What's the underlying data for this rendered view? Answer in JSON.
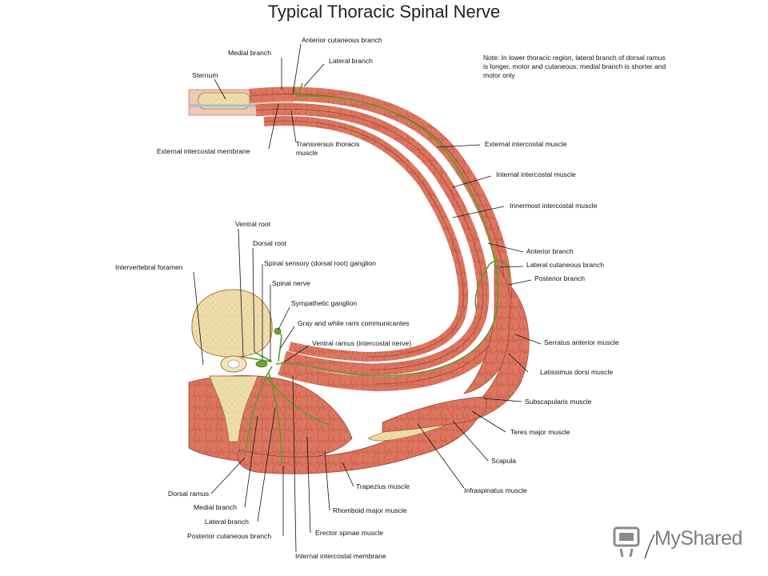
{
  "title": "Typical Thoracic Spinal Nerve",
  "note": "Note: In lower thoracic region, lateral branch of dorsal ramus is longer, motor and cutaneous; medial branch is shorter and motor only",
  "labels": {
    "anterior_cutaneous_branch": "Anterior cutaneous branch",
    "medial_branch_top": "Medial branch",
    "lateral_branch_top": "Lateral branch",
    "sternum": "Sternum",
    "external_intercostal_membrane": "External intercostal membrane",
    "transversus_thoracis_1": "Transversus thoracis",
    "transversus_thoracis_2": "muscle",
    "external_intercostal_muscle": "External intercostal muscle",
    "internal_intercostal_muscle": "Internal intercostal muscle",
    "innermost_intercostal_muscle": "Innermost intercostal muscle",
    "anterior_branch": "Anterior branch",
    "lateral_cutaneous_branch": "Lateral cutaneous branch",
    "posterior_branch": "Posterior branch",
    "ventral_root": "Ventral root",
    "dorsal_root": "Dorsal root",
    "spinal_sensory_ganglion": "Spinal sensory (dorsal root) ganglion",
    "intervertebral_foramen": "Intervertebral foramen",
    "spinal_nerve": "Spinal nerve",
    "sympathetic_ganglion": "Sympathetic ganglion",
    "rami_communicantes": "Gray and white rami communicantes",
    "ventral_ramus": "Ventral ramus (intercostal nerve)",
    "serratus_anterior": "Serratus anterior muscle",
    "latissimus_dorsi": "Latissimus dorsi muscle",
    "subscapularis": "Subscapularis muscle",
    "teres_major": "Teres major muscle",
    "scapula": "Scapula",
    "infraspinatus": "Infraspinatus muscle",
    "trapezius": "Trapezius muscle",
    "rhomboid_major": "Rhomboid major muscle",
    "erector_spinae": "Erector spinae muscle",
    "internal_intercostal_membrane": "Internal intercostal membrane",
    "dorsal_ramus": "Dorsal ramus",
    "medial_branch_bottom": "Medial branch",
    "lateral_branch_bottom": "Lateral branch",
    "posterior_cutaneous_branch": "Posterior cutaneous branch"
  },
  "watermark": "MyShared",
  "colors": {
    "muscle": "#d9705a",
    "muscle_dark": "#b9503e",
    "bone": "#eedcaa",
    "nerve": "#5f9a2c",
    "fascia": "#b9c7d6"
  }
}
